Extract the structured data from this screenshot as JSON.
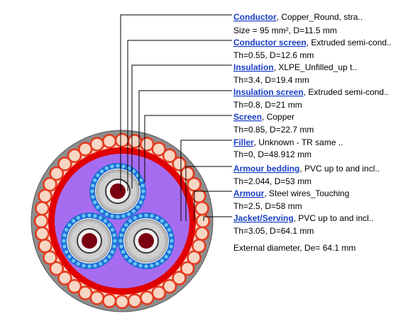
{
  "layers": [
    {
      "id": "conductor",
      "name": "Conductor",
      "description": ", Copper_Round, stra..",
      "dims": "Size = 95 mm², D=11.5 mm"
    },
    {
      "id": "conductor-screen",
      "name": "Conductor screen",
      "description": ", Extruded semi-cond..",
      "dims": "Th=0.55, D=12.6 mm"
    },
    {
      "id": "insulation",
      "name": "Insulation",
      "description": ", XLPE_Unfilled_up t..",
      "dims": "Th=3.4, D=19.4 mm"
    },
    {
      "id": "insulation-screen",
      "name": "Insulation screen",
      "description": ", Extruded semi-cond..",
      "dims": "Th=0.8, D=21 mm"
    },
    {
      "id": "screen",
      "name": "Screen",
      "description": ", Copper",
      "dims": "Th=0.85, D=22.7 mm"
    },
    {
      "id": "filler",
      "name": "Filler",
      "description": ", Unknown - TR same ..",
      "dims": "Th=0, D=48.912 mm"
    },
    {
      "id": "armour-bedding",
      "name": "Armour bedding",
      "description": ", PVC up to and incl..",
      "dims": "Th=2.044, D=53 mm"
    },
    {
      "id": "armour",
      "name": "Armour",
      "description": ", Steel wires_Touching",
      "dims": "Th=2.5, D=58 mm"
    },
    {
      "id": "jacket-serving",
      "name": "Jacket/Serving",
      "description": ", PVC up to and incl..",
      "dims": "Th=3.05, D=64.1 mm"
    }
  ],
  "external_diameter": "External diameter, De= 64.1 mm",
  "colors": {
    "jacket": "#8e8e8e",
    "armour_wire": "#e53a1e",
    "armour_wire_fill": "#f7d6c4",
    "armour_bedding": "#e00000",
    "filler": "#a66cf0",
    "screen_wire": "#1d6fd6",
    "screen_dot": "#6cc6f2",
    "insulation": "#cfcfcf",
    "insulation_screen": "#bdbdbd",
    "conductor_screen": "#3a3a3a",
    "conductor": "#7a0010",
    "link": "#1a3fc7"
  }
}
